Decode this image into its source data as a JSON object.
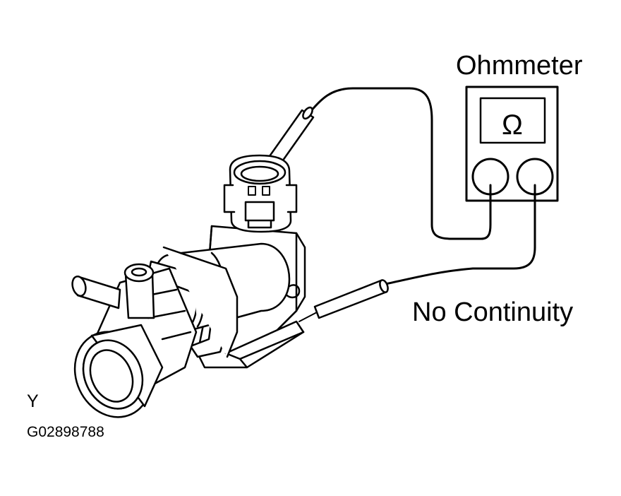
{
  "labels": {
    "meter_title": "Ohmmeter",
    "meter_symbol": "Ω",
    "result": "No Continuity",
    "corner_mark": "Y",
    "figure_code": "G02898788"
  },
  "colors": {
    "ink": "#000000",
    "paper": "#ffffff"
  }
}
